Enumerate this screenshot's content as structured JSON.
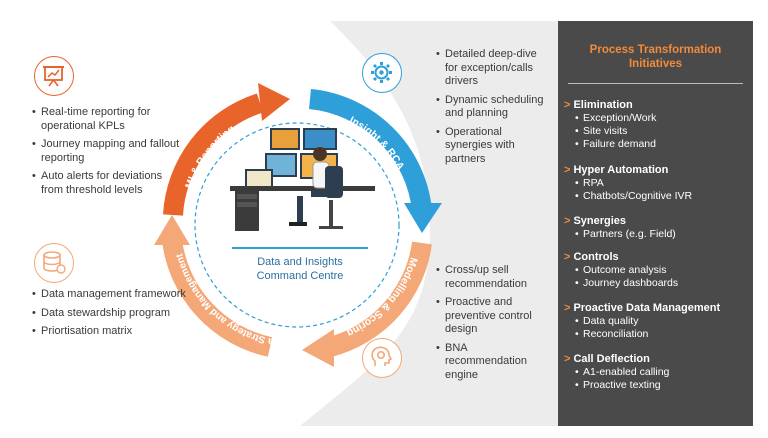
{
  "left_top": {
    "icon": "presentation-chart-icon",
    "items": [
      "Real-time reporting for operational KPLs",
      "Journey mapping and fallout reporting",
      "Auto alerts for deviations from threshold levels"
    ]
  },
  "left_bottom": {
    "icon": "database-icon",
    "items": [
      "Data management framework",
      "Data stewardship program",
      "Priortisation matrix"
    ]
  },
  "right_top": {
    "icon": "gear-icon",
    "items": [
      "Detailed deep-dive for exception/calls drivers",
      "Dynamic scheduling and planning",
      "Operational synergies with partners"
    ]
  },
  "right_bottom": {
    "icon": "head-gear-icon",
    "items": [
      "Cross/up sell recommendation",
      "Proactive and preventive control design",
      "BNA recommendation engine"
    ]
  },
  "cycle": {
    "segments": [
      "MI & Reporting",
      "Insight & RCA",
      "Modelling & Scoring",
      "Data Strategy and Management"
    ],
    "center_line1": "Data and Insights",
    "center_line2": "Command Centre"
  },
  "panel": {
    "title_line1": "Process Transformation",
    "title_line2": "Initiatives",
    "sections": [
      {
        "heading": "Elimination",
        "items": [
          "Exception/Work",
          "Site visits",
          "Failure demand"
        ]
      },
      {
        "heading": "Hyper Automation",
        "items": [
          "RPA",
          "Chatbots/Cognitive IVR"
        ]
      },
      {
        "heading": "Synergies",
        "items": [
          "Partners (e.g. Field)"
        ]
      },
      {
        "heading": "Controls",
        "items": [
          "Outcome analysis",
          "Journey dashboards"
        ]
      },
      {
        "heading": "Proactive Data Management",
        "items": [
          "Data quality",
          "Reconciliation"
        ]
      },
      {
        "heading": "Call Deflection",
        "items": [
          "A1-enabled calling",
          "Proactive texting"
        ]
      }
    ]
  },
  "colors": {
    "orange_dark": "#e8642a",
    "orange_light": "#f4a777",
    "blue": "#2e9fd8",
    "panel_bg": "#4a4a4a",
    "accent": "#f28a3a"
  }
}
